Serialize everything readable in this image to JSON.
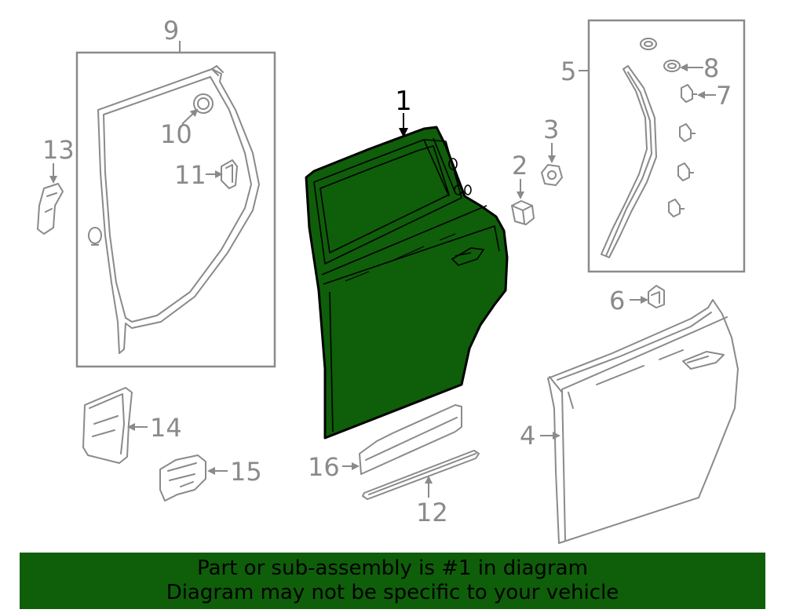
{
  "diagram": {
    "highlight_color": "#0f5e0a",
    "line_color": "#8a8a8a",
    "callouts": {
      "c1": "1",
      "c2": "2",
      "c3": "3",
      "c4": "4",
      "c5": "5",
      "c6": "6",
      "c7": "7",
      "c8": "8",
      "c9": "9",
      "c10": "10",
      "c11": "11",
      "c12": "12",
      "c13": "13",
      "c14": "14",
      "c15": "15",
      "c16": "16"
    }
  },
  "banner": {
    "line1": "Part or sub-assembly is #1 in diagram",
    "line2": "Diagram may not be specific to your vehicle"
  }
}
